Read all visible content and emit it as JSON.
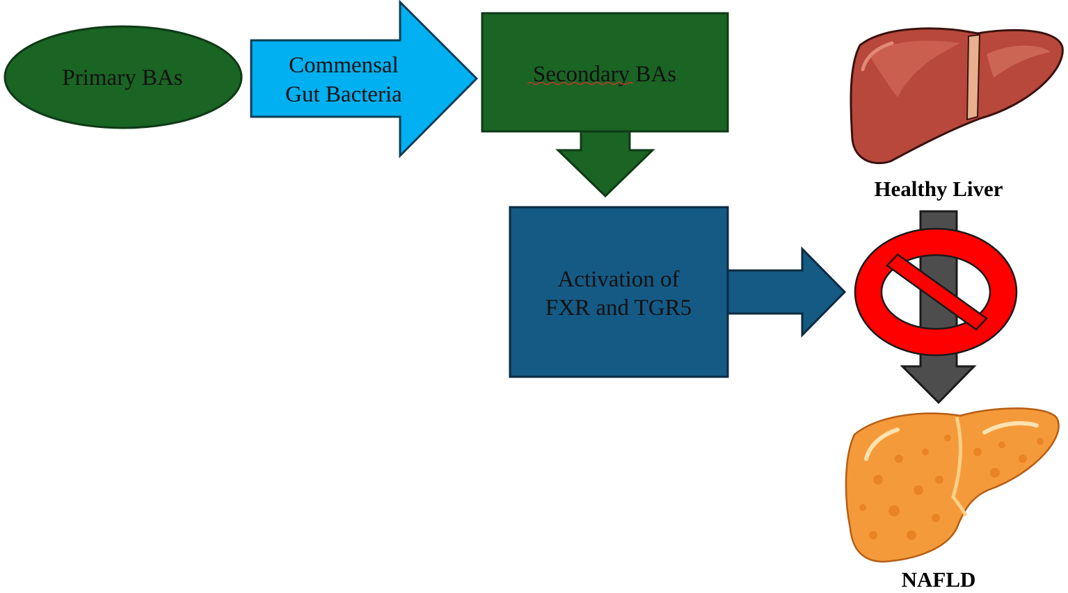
{
  "nodes": {
    "primary_bas": "Primary BAs",
    "gut_bacteria_line1": "Commensal",
    "gut_bacteria_line2": "Gut Bacteria",
    "secondary_bas": "Secondary BAs",
    "activation_line1": "Activation of",
    "activation_line2": "FXR and TGR5"
  },
  "labels": {
    "healthy_liver": "Healthy Liver",
    "nafld": "NAFLD"
  },
  "colors": {
    "dark_green": "#1a6424",
    "light_blue": "#00b0f0",
    "dark_blue": "#155a85",
    "gray_arrow": "#4d4d4d",
    "prohibition_red": "#ff0000",
    "healthy_liver": "#b8483c",
    "fatty_liver": "#f59a3a"
  },
  "icons": {
    "healthy_liver": "healthy-liver-icon",
    "fatty_liver": "fatty-liver-icon",
    "prohibition": "prohibition-icon"
  }
}
